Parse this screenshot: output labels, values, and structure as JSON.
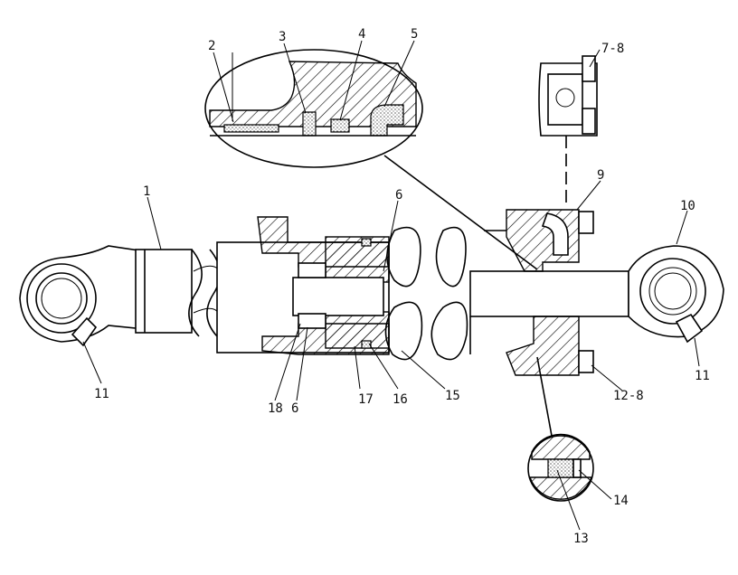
{
  "callouts": {
    "c1": "1",
    "c2": "2",
    "c3": "3",
    "c4": "4",
    "c5": "5",
    "c6_top": "6",
    "c6_bottom": "6",
    "c7_8": "7-8",
    "c9": "9",
    "c10": "10",
    "c11_left": "11",
    "c11_right": "11",
    "c12_8": "12-8",
    "c13": "13",
    "c14": "14",
    "c15": "15",
    "c16": "16",
    "c17": "17",
    "c18": "18"
  }
}
